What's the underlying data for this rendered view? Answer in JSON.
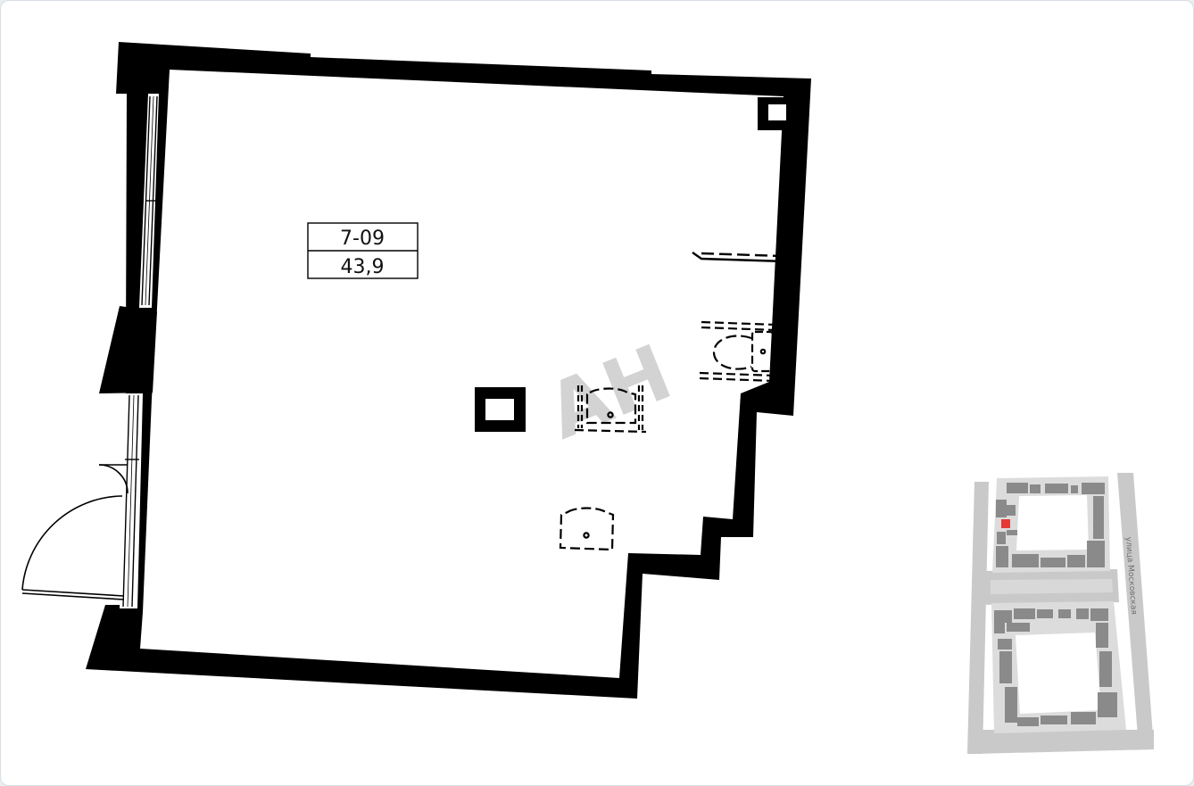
{
  "unit": {
    "number": "7-09",
    "area": "43,9"
  },
  "watermark": {
    "text": "AH",
    "color": "#d3d3d3"
  },
  "site_map": {
    "street_label": "улица Московская",
    "highlight_color": "#e53935",
    "road_color": "#c9c9c9",
    "building_color": "#8a8a8a"
  },
  "colors": {
    "wall": "#000000",
    "background": "#ffffff"
  }
}
